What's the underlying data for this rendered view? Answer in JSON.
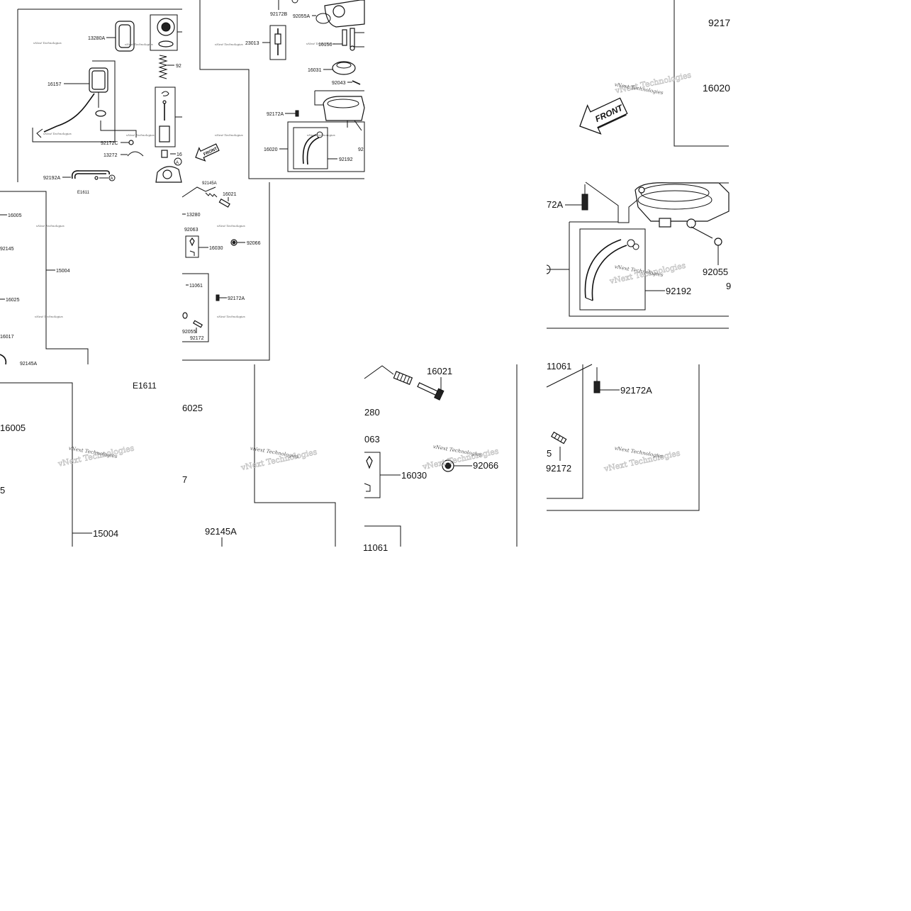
{
  "diagram": {
    "watermark": "vNext Technologies",
    "front_label": "FRONT",
    "figure_code": "E1611",
    "callout_a": "A",
    "overview": {
      "p13280a": "13280A",
      "p16157": "16157",
      "p92172c": "92172C",
      "p13272": "13272",
      "p92192a": "92192A",
      "p92_cut": "92",
      "p16_cut": "16",
      "p92172b": "92172B",
      "p92055a": "92055A",
      "p23013": "23013",
      "p16150": "16150",
      "p16031": "16031",
      "p92043": "92043",
      "p92172a": "92172A",
      "p16020": "16020",
      "p92192": "92192",
      "p92_cut2": "92"
    },
    "lower_left": {
      "p16005": "16005",
      "p92145": "92145",
      "p15004": "15004",
      "p16025": "16025",
      "p16017": "16017",
      "p92145a": "92145A"
    },
    "lower_mid": {
      "p92145a": "92145A",
      "p16021": "16021",
      "p13280": "13280",
      "p92063": "92063",
      "p16030": "16030",
      "p92066": "92066",
      "p11061": "11061",
      "p92172a": "92172A",
      "p92055": "92055",
      "p92172": "92172"
    },
    "zoom_top_right": {
      "p9217_cut": "9217",
      "p16020_cut": "16020"
    },
    "zoom_mid_right": {
      "p72a_cut": "72A",
      "p92192": "92192",
      "p92055_cut": "92055",
      "p9_cut": "9"
    },
    "zoom_bottom_1": {
      "e1611": "E1611",
      "p16005": "16005",
      "p5_cut": "5",
      "p15004": "15004"
    },
    "zoom_bottom_2": {
      "p6025_cut": "6025",
      "p7_cut": "7",
      "p92145a": "92145A"
    },
    "zoom_bottom_3": {
      "p16021": "16021",
      "p280_cut": "280",
      "p063_cut": "063",
      "p16030": "16030",
      "p92066": "92066",
      "p11061_cut": "11061"
    },
    "zoom_bottom_4": {
      "p11061_cut": "11061",
      "p92172a": "92172A",
      "p5_cut": "5",
      "p92172": "92172"
    }
  }
}
